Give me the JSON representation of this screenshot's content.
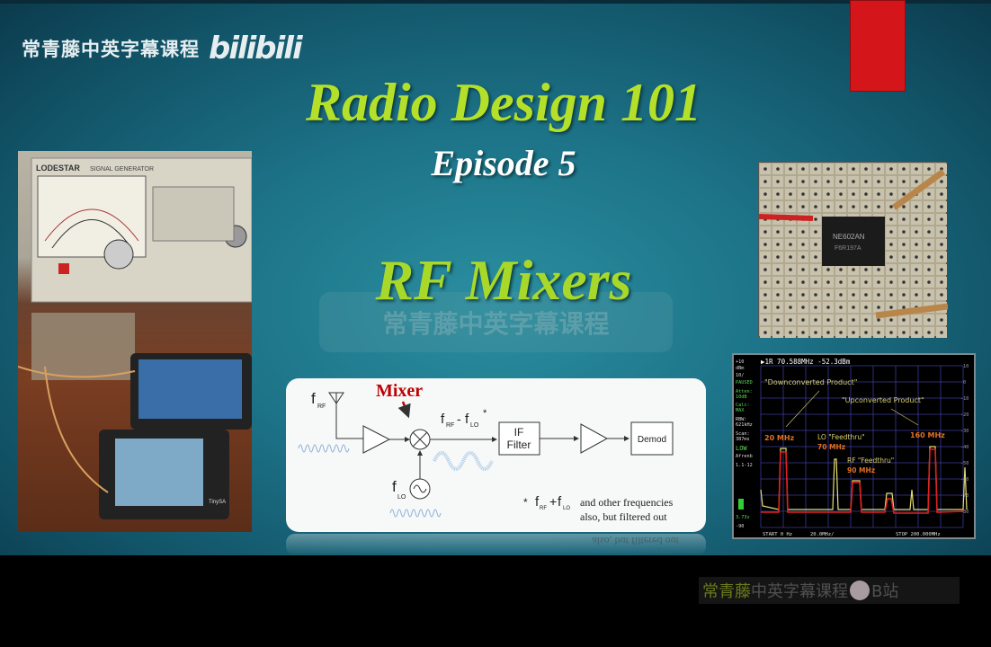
{
  "watermark": {
    "text": "常青藤中英字幕课程",
    "logo": "bilibili"
  },
  "slide": {
    "title": "Radio Design 101",
    "episode": "Episode 5",
    "topic": "RF Mixers",
    "faint_overlay": "常青藤中英字幕课程"
  },
  "diagram": {
    "mixer_label": "Mixer",
    "f": "f",
    "rf": "RF",
    "lo": "LO",
    "minus": "-",
    "plus": "+",
    "star": "*",
    "if_filter_1": "IF",
    "if_filter_2": "Filter",
    "demod": "Demod",
    "note_1": "and other frequencies",
    "note_2": "also, but filtered out"
  },
  "photo_left": {
    "brand": "LODESTAR",
    "model": "SIGNAL GENERATOR",
    "device": "TinySA"
  },
  "photo_chip": {
    "marking_1": "NE602AN",
    "marking_2": "F6R197A"
  },
  "spectrum": {
    "marker": "▶1R  70.588MHz -52.3dBm",
    "left_labels": [
      "+10",
      "dBm",
      "10/",
      "PAUSED",
      "Atten:",
      "10dB",
      "Calc:",
      "MAX",
      "RBW:",
      "621kHz",
      "Scan:",
      "387ms",
      "LOW",
      "Afrenb",
      "1.1-12",
      "3.73v",
      "-90"
    ],
    "right_ticks": [
      "10",
      "0",
      "-10",
      "-20",
      "-30",
      "-40",
      "-50",
      "-60",
      "-70",
      "-80"
    ],
    "annotations": [
      "\"Downconverted Product\"",
      "\"Upconverted Product\"",
      "20 MHz",
      "160 MHz",
      "LO \"Feedthru\"",
      "70 MHz",
      "RF \"Feedthru\"",
      "90 MHz"
    ],
    "start": "START 0 Hz",
    "div": "20.0MHz/",
    "stop": "STOP 200.000MHz"
  },
  "subtitle_bar": {
    "green": "常青藤",
    "grey": "中英字幕课程",
    "suffix": "B站"
  },
  "colors": {
    "title": "#b4e02a",
    "mixer": "#c00000",
    "red_box": "#d4161a"
  }
}
